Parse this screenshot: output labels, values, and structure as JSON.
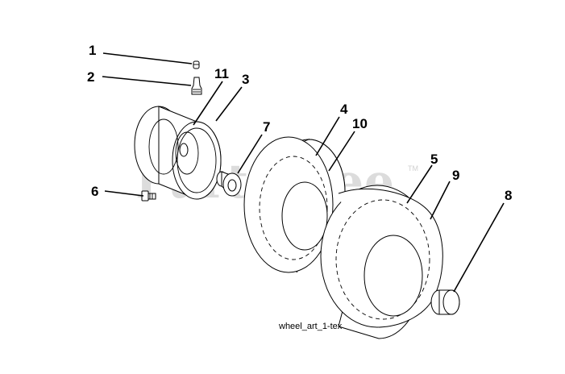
{
  "watermark": {
    "brand": "PartsTree",
    "mark": "TM"
  },
  "caption": "wheel_art_1-tex",
  "callouts": {
    "c1": "1",
    "c2": "2",
    "c3": "3",
    "c4": "4",
    "c5": "5",
    "c6": "6",
    "c7": "7",
    "c8": "8",
    "c9": "9",
    "c10": "10",
    "c11": "11"
  }
}
